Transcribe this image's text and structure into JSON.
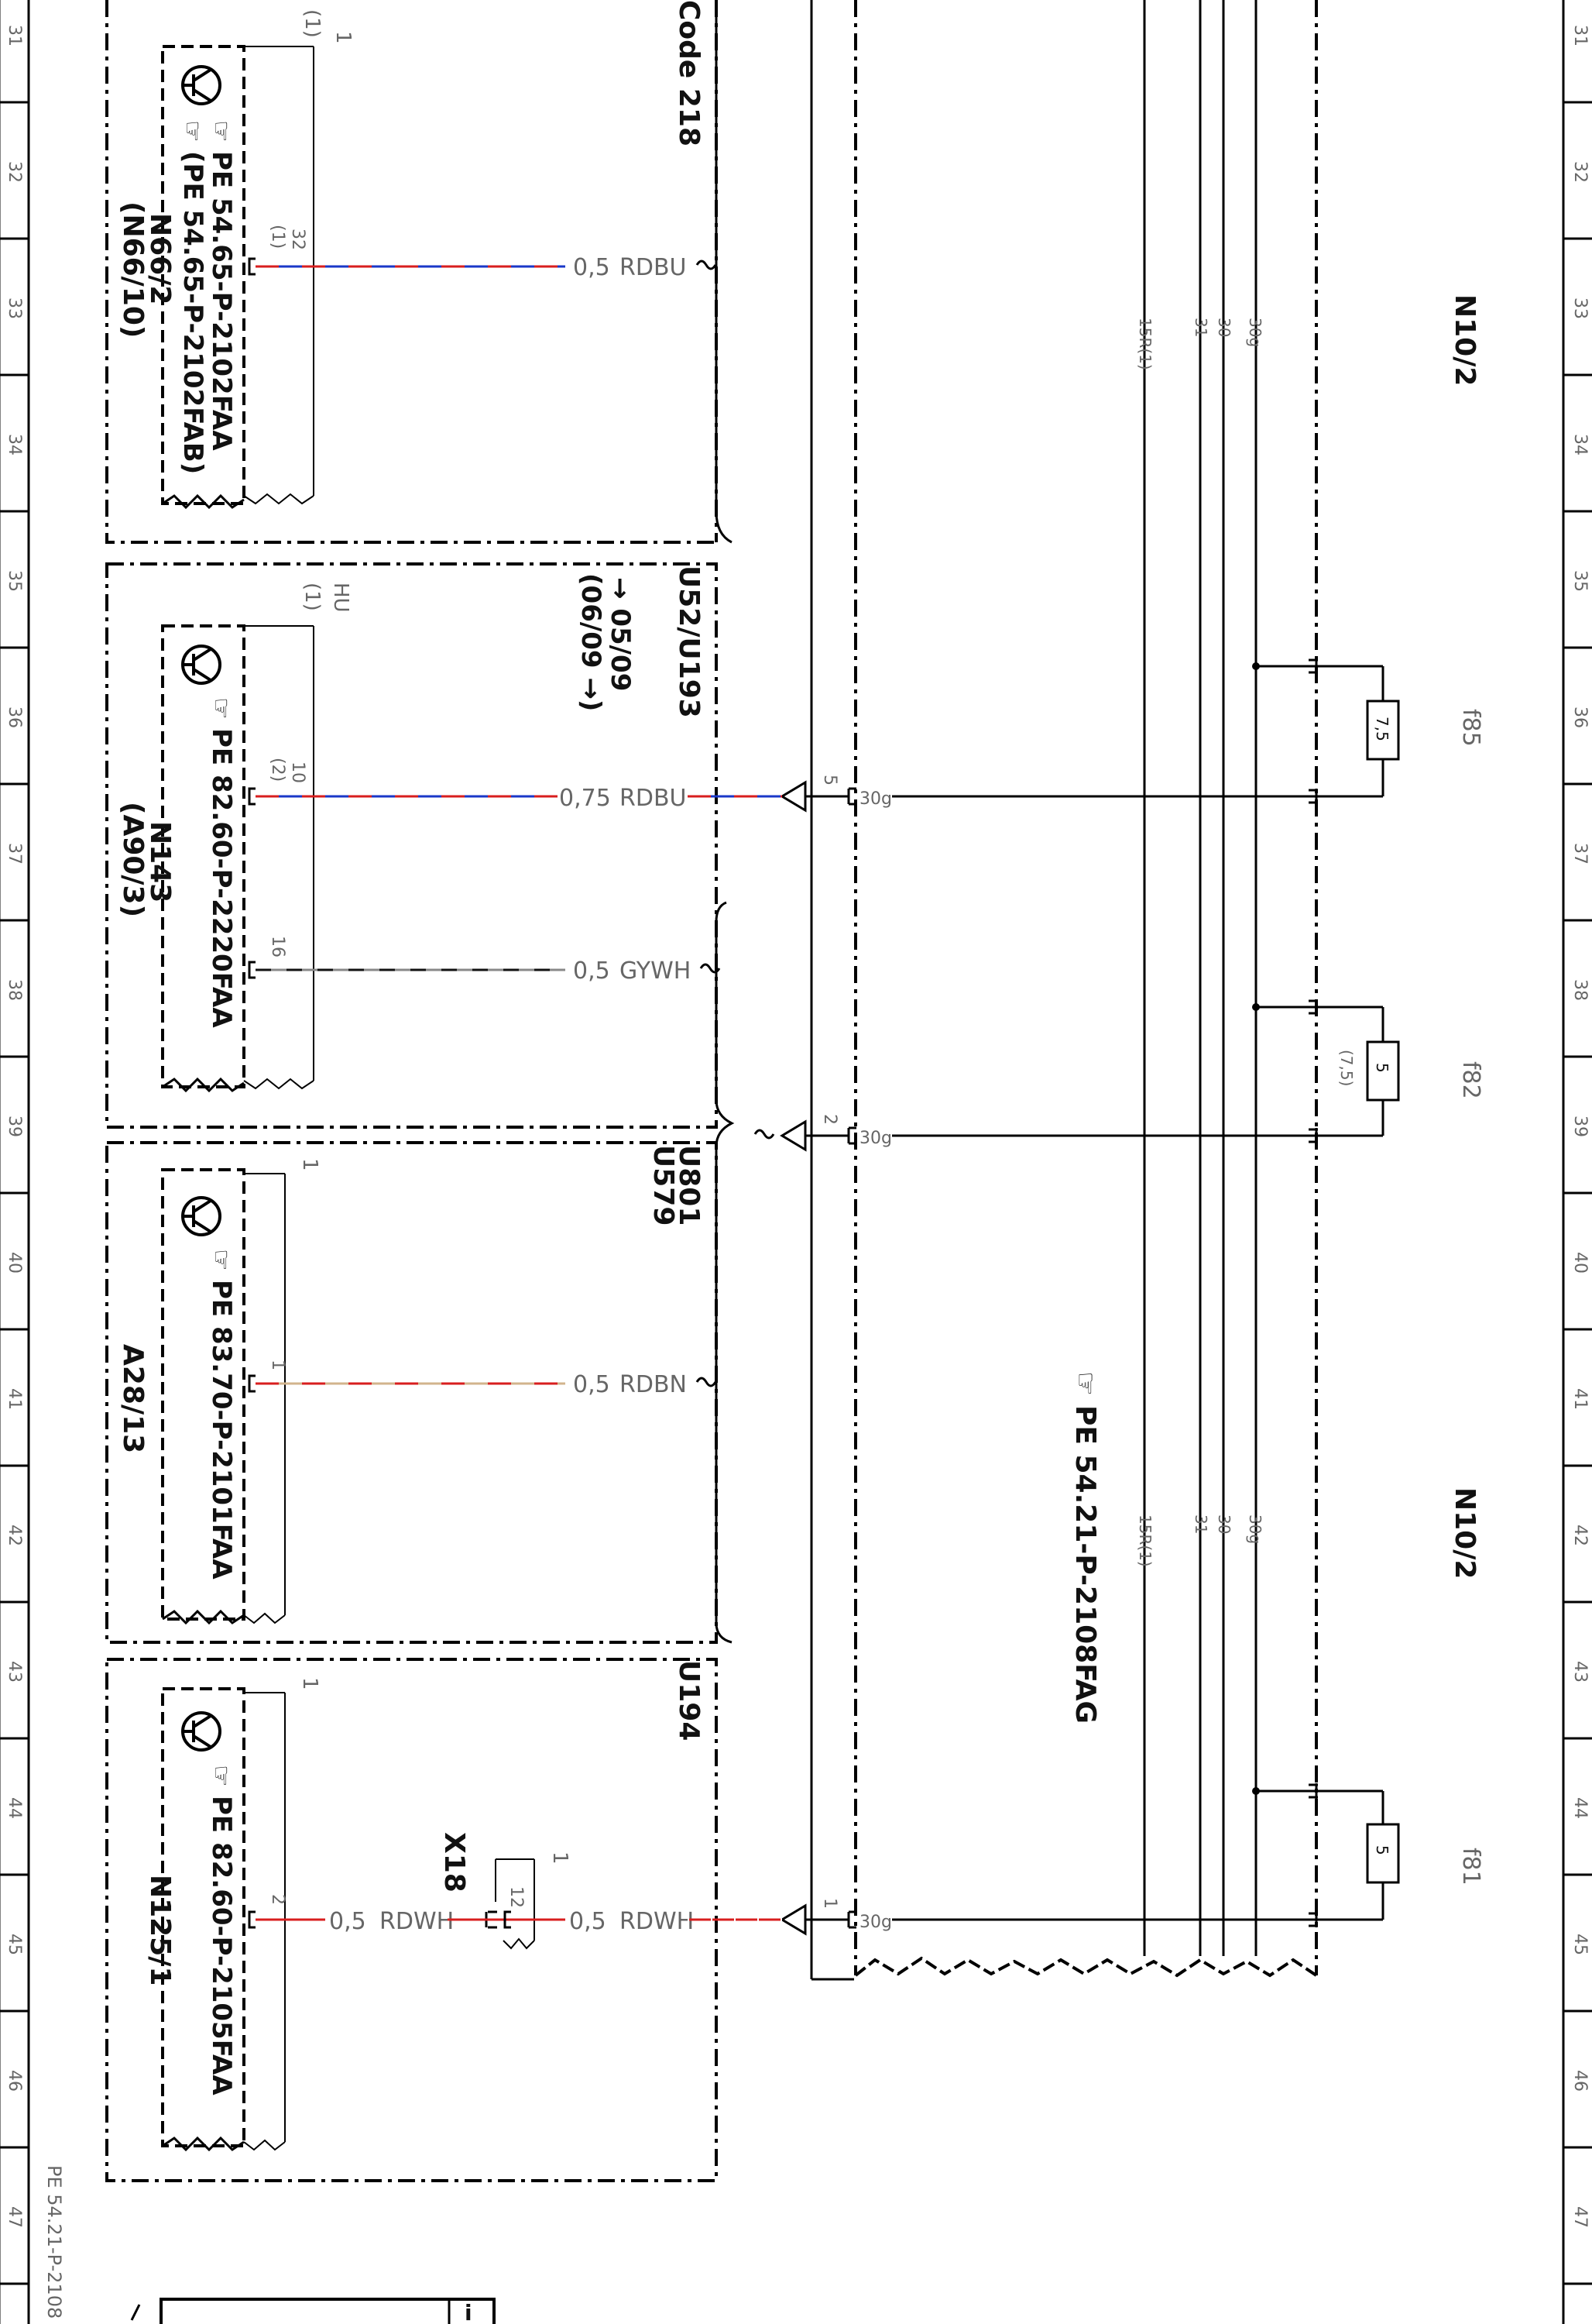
{
  "ruler": {
    "labels": [
      "31",
      "32",
      "33",
      "34",
      "35",
      "36",
      "37",
      "38",
      "39",
      "40",
      "41",
      "42",
      "43",
      "44",
      "45",
      "46",
      "47"
    ]
  },
  "footer": {
    "doc_ref": "PE 54.21-P-2108"
  },
  "header": {
    "code_label": "Code 218"
  },
  "module": {
    "name_top": "N10/2",
    "name_bottom": "N10/2",
    "reference": "PE 54.21-P-2108FAG",
    "bus": {
      "b30g": "30g",
      "b30": "30",
      "b31": "31",
      "b15r": "15R(1)"
    }
  },
  "fuses": [
    {
      "id": "f85",
      "rating": "7,5"
    },
    {
      "id": "f82",
      "rating": "5",
      "alt_rating": "(7,5)"
    },
    {
      "id": "f81",
      "rating": "5"
    }
  ],
  "output_pins": [
    {
      "pin": "5",
      "net": "30g"
    },
    {
      "pin": "2",
      "net": "30g"
    },
    {
      "pin": "1",
      "net": "30g"
    }
  ],
  "variant_labels": {
    "u52_u193": "U52/U193",
    "date_to": "→ 05/09",
    "date_from": "(06/09 →)",
    "u801": "U801",
    "u579": "U579",
    "u194": "U194"
  },
  "components": [
    {
      "id": "N66/2",
      "alt_id": "(N66/10)",
      "refs": [
        "PE 54.65-P-2102FAA",
        "(PE 54.65-P-2102FAB)"
      ],
      "pin_labels": [
        "32",
        "(1)"
      ],
      "corner_labels": [
        "(1)",
        "1"
      ],
      "wire": {
        "gauge": "0,5",
        "color": "RDBU"
      }
    },
    {
      "id": "N143",
      "alt_id": "(A90/3)",
      "refs": [
        "PE 82.60-P-2220FAA"
      ],
      "hu_label": "HU",
      "corner_labels": [
        "(1)"
      ],
      "pin_labels": [
        "10",
        "(2)",
        "16"
      ],
      "wires": [
        {
          "gauge": "0,75",
          "color": "RDBU"
        },
        {
          "gauge": "0,5",
          "color": "GYWH"
        }
      ]
    },
    {
      "id": "A28/13",
      "refs": [
        "PE 83.70-P-2101FAA"
      ],
      "corner_labels": [
        "1"
      ],
      "pin_labels": [
        "1"
      ],
      "wire": {
        "gauge": "0,5",
        "color": "RDBN"
      }
    },
    {
      "id": "N125/1",
      "refs": [
        "PE 82.60-P-2105FAA"
      ],
      "corner_labels": [
        "1"
      ],
      "pin_labels": [
        "2"
      ],
      "connector": {
        "id": "X18",
        "pin": "12",
        "corner": "1"
      },
      "wires": [
        {
          "gauge": "0,5",
          "color": "RDWH"
        },
        {
          "gauge": "0,5",
          "color": "RDWH"
        }
      ]
    }
  ]
}
